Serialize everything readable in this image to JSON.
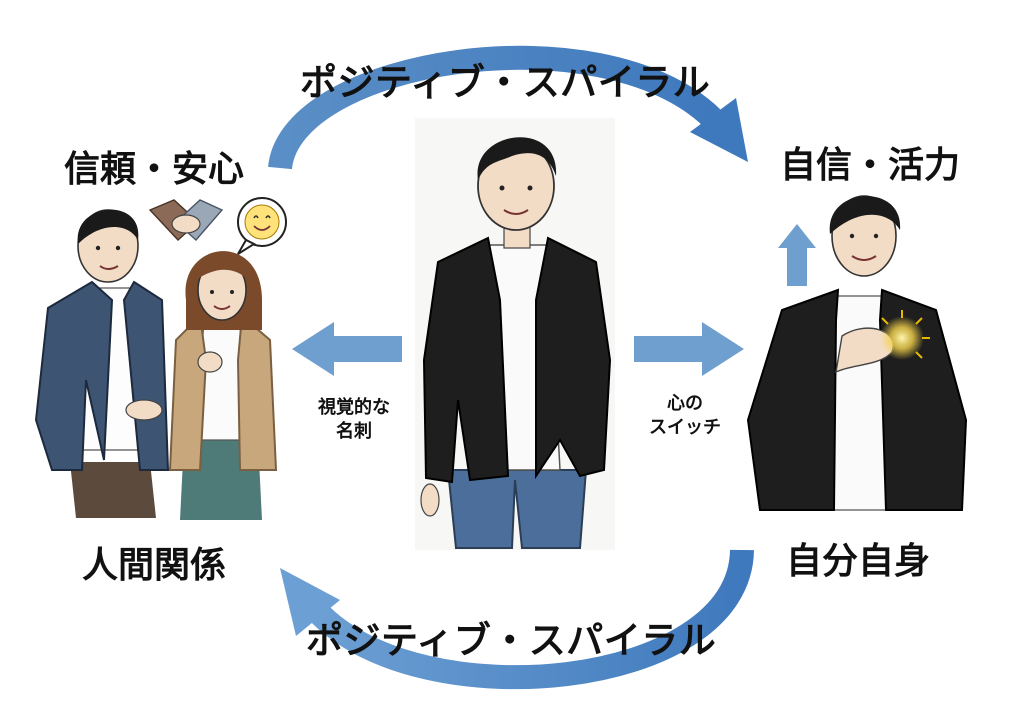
{
  "labels": {
    "spiral_top": "ポジティブ・スパイラル",
    "spiral_bottom": "ポジティブ・スパイラル",
    "trust": "信頼・安心",
    "confidence": "自信・活力",
    "relationships": "人間関係",
    "self": "自分自身",
    "left_arrow_line1": "視覚的な",
    "left_arrow_line2": "名刺",
    "right_arrow_line1": "心の",
    "right_arrow_line2": "スイッチ"
  },
  "icons": {
    "handshake": "handshake-icon",
    "smile": "smile-speech-bubble-icon",
    "up_arrow": "up-arrow-icon",
    "glow": "glow-burst-icon"
  },
  "colors": {
    "arrow_blue": "#4a86c8",
    "arrow_light": "#6f9fcf",
    "jacket_black": "#1e1e1e",
    "jacket_navy": "#3e5473",
    "jacket_beige": "#c9a77c",
    "jeans": "#4b6f9a",
    "skin": "#f3dcc6"
  }
}
